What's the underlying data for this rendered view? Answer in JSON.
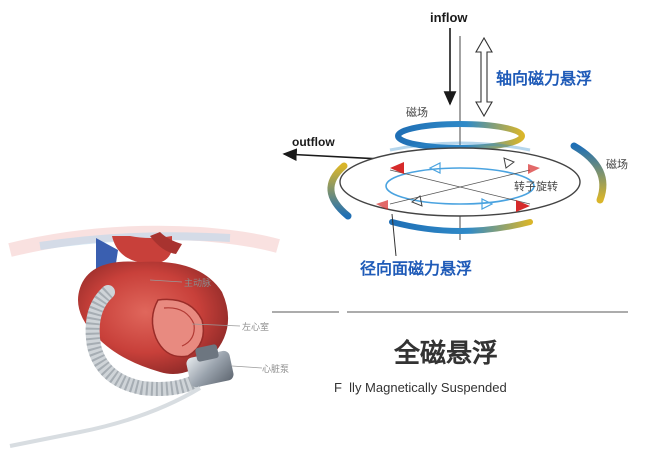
{
  "heart": {
    "labels": {
      "aorta": "主动脉",
      "left_ventricle": "左心室",
      "heart_pump": "心脏泵"
    }
  },
  "diagram": {
    "inflow": "inflow",
    "outflow": "outflow",
    "axial_levitation": "轴向磁力悬浮",
    "magnetic_field_top": "磁场",
    "magnetic_field_right": "磁场",
    "rotor_rotation": "转子旋转",
    "radial_levitation": "径向面磁力悬浮"
  },
  "caption": {
    "title_cn": "全磁悬浮",
    "title_en": "F  lly Magnetically Suspended"
  },
  "colors": {
    "blue_text": "#1f5bb8",
    "ring_blue": "#1f6fb5",
    "ring_yellow": "#d9b52a",
    "rotor_red": "#d62a2a",
    "rotor_light_blue": "#4aa3e0",
    "heart_red": "#c8403a",
    "vessel_blue": "#3a5fb0",
    "pump_gray": "#9aa3ad"
  }
}
